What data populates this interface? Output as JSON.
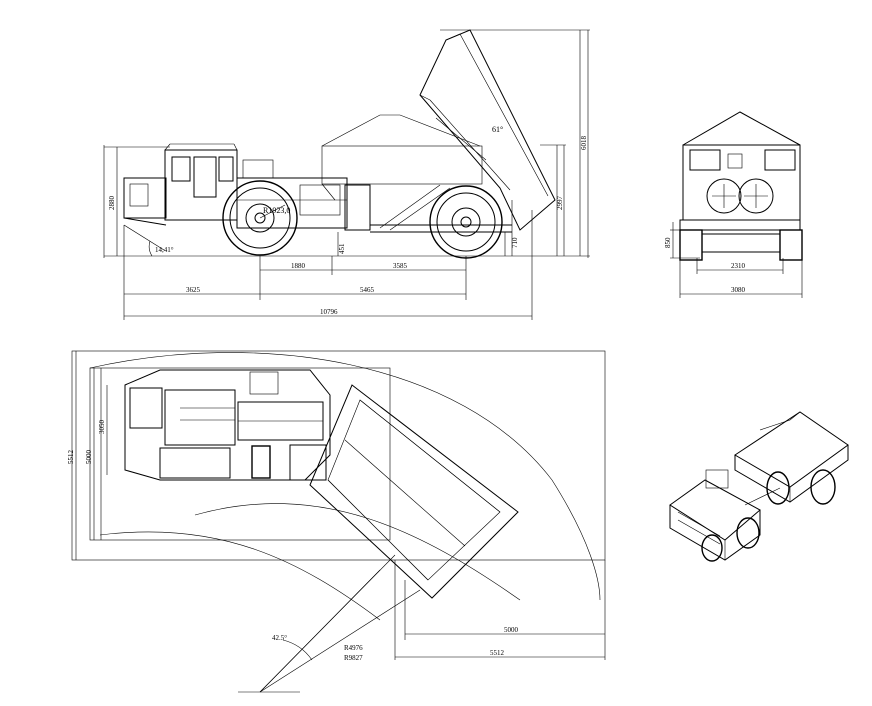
{
  "side_view": {
    "tip_angle": "61°",
    "turn_radius_label": "R1923,0",
    "approach_angle": "14,41°",
    "height_cab": "2880",
    "height_raised": "6018",
    "height_lip": "2997",
    "ground_clearance_mid": "451",
    "ground_clearance_rear": "710",
    "dim_1880": "1880",
    "dim_3585": "3585",
    "dim_3625": "3625",
    "dim_5465": "5465",
    "overall_length": "10796"
  },
  "rear_view": {
    "height_850": "850",
    "track_width": "2310",
    "overall_width": "3080"
  },
  "top_view": {
    "outer_height": "5512",
    "inner_height": "5000",
    "width_3050": "3050",
    "turn_angle": "42.5°",
    "radius_inner": "R4976",
    "radius_outer": "R9827",
    "dim_5000": "5000",
    "dim_5512": "5512"
  }
}
